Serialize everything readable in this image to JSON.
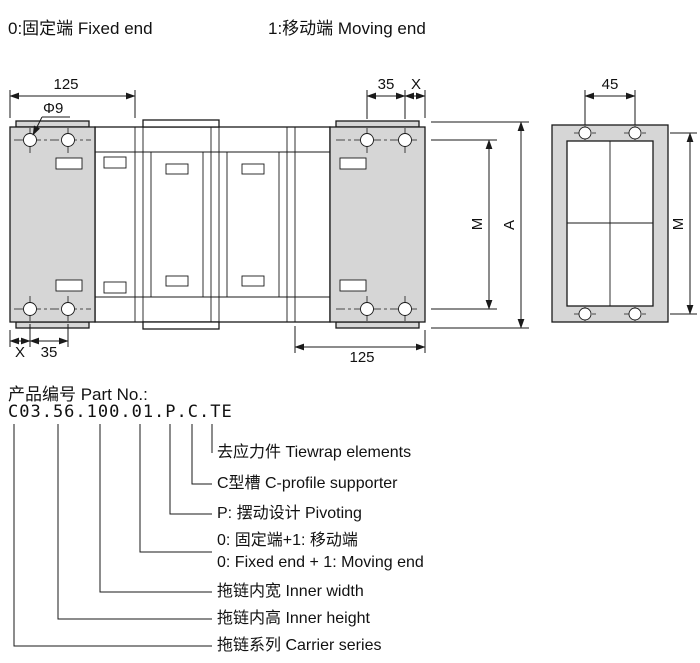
{
  "legend": {
    "fixed": "0:固定端 Fixed end",
    "moving": "1:移动端 Moving end"
  },
  "dims": {
    "top_left": "125",
    "hole": "Φ9",
    "pitch35_top": "35",
    "x_top": "X",
    "side_width": "45",
    "m_main": "M",
    "a_main": "A",
    "m_side": "M",
    "x_bottom": "X",
    "pitch35_bottom": "35",
    "bottom_right": "125"
  },
  "part_no": {
    "heading": "产品编号 Part No.:",
    "code": "C03.56.100.01.P.C.TE",
    "breakdown": [
      {
        "label": "去应力件 Tiewrap elements"
      },
      {
        "label": "C型槽 C-profile supporter"
      },
      {
        "label": "P: 摆动设计 Pivoting"
      },
      {
        "label": "0: 固定端+1: 移动端",
        "label_en": "0: Fixed end + 1: Moving end"
      },
      {
        "label": "拖链内宽 Inner width"
      },
      {
        "label": "拖链内高 Inner height"
      },
      {
        "label": "拖链系列 Carrier series"
      }
    ]
  },
  "colors": {
    "bracket_fill": "#d6d6d6",
    "line": "#1a1a1a"
  }
}
